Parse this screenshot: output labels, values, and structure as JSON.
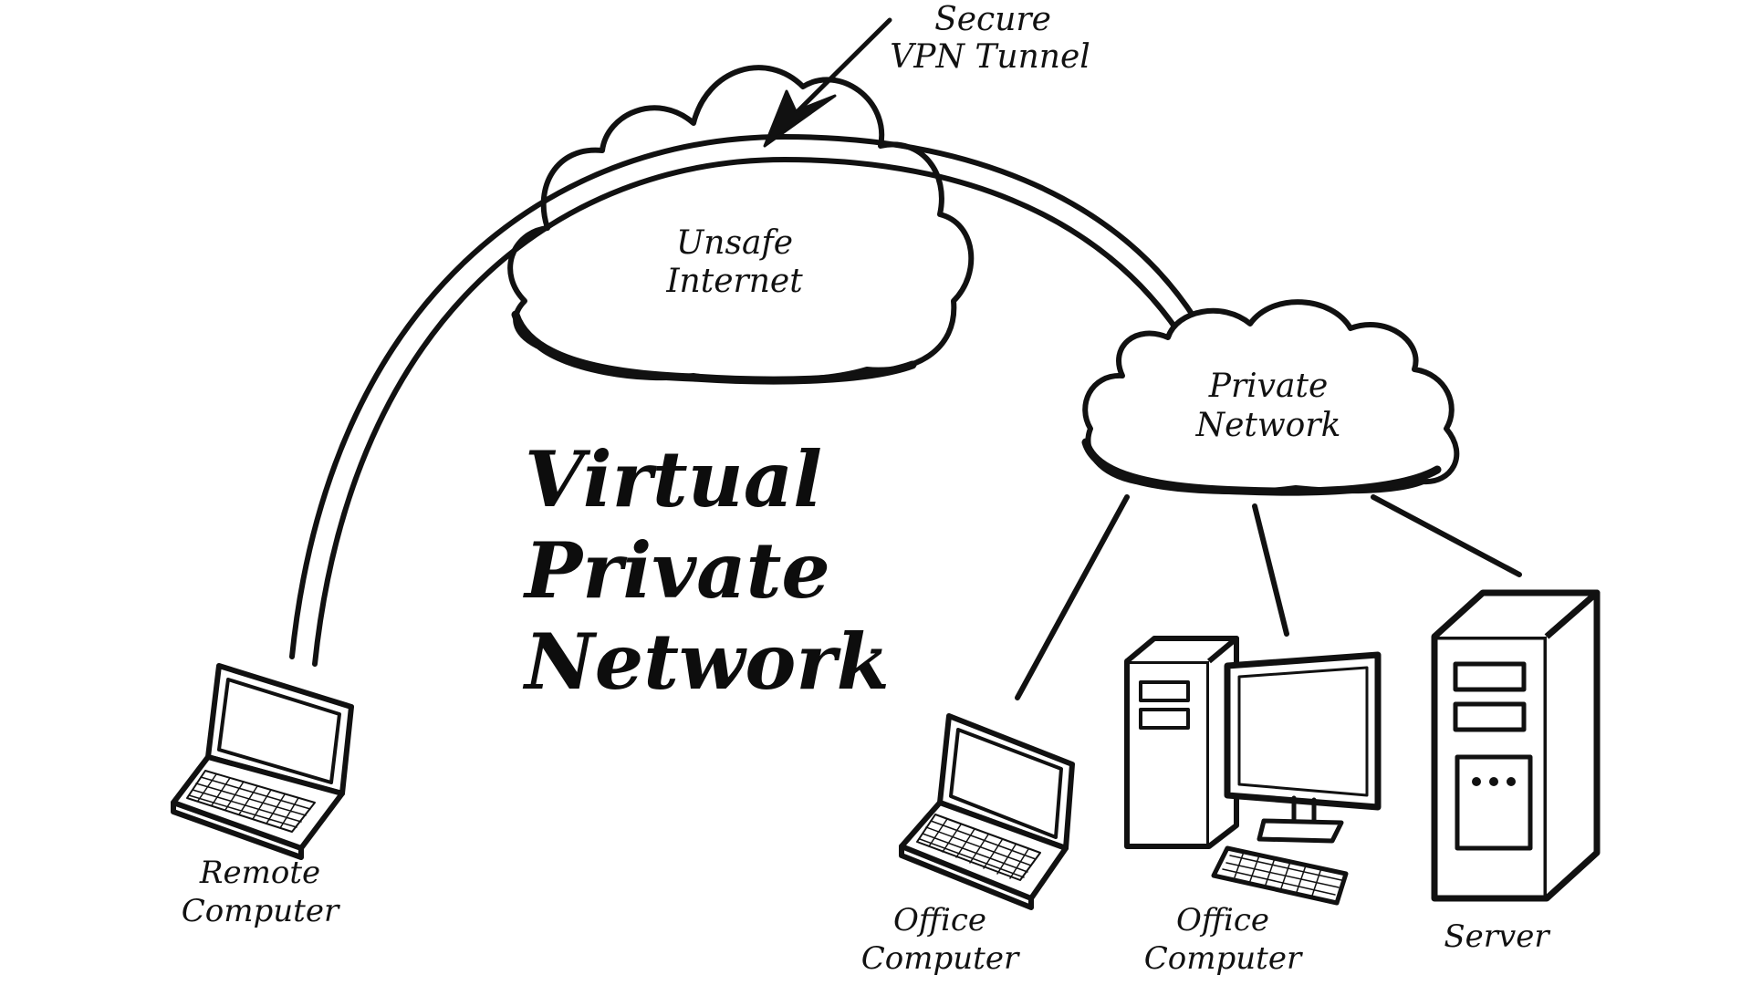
{
  "title": {
    "line1": "Virtual",
    "line2": "Private",
    "line3": "Network"
  },
  "tunnel_callout": {
    "line1": "Secure",
    "line2": "VPN Tunnel"
  },
  "internet_cloud": {
    "line1": "Unsafe",
    "line2": "Internet"
  },
  "private_cloud": {
    "line1": "Private",
    "line2": "Network"
  },
  "devices": {
    "remote": {
      "line1": "Remote",
      "line2": "Computer",
      "icon": "laptop-icon"
    },
    "office_laptop": {
      "line1": "Office",
      "line2": "Computer",
      "icon": "laptop-icon"
    },
    "office_desktop": {
      "line1": "Office",
      "line2": "Computer",
      "icon": "desktop-computer-icon"
    },
    "server": {
      "line1": "Server",
      "icon": "server-tower-icon"
    }
  },
  "colors": {
    "ink": "#111111",
    "background": "#ffffff"
  }
}
